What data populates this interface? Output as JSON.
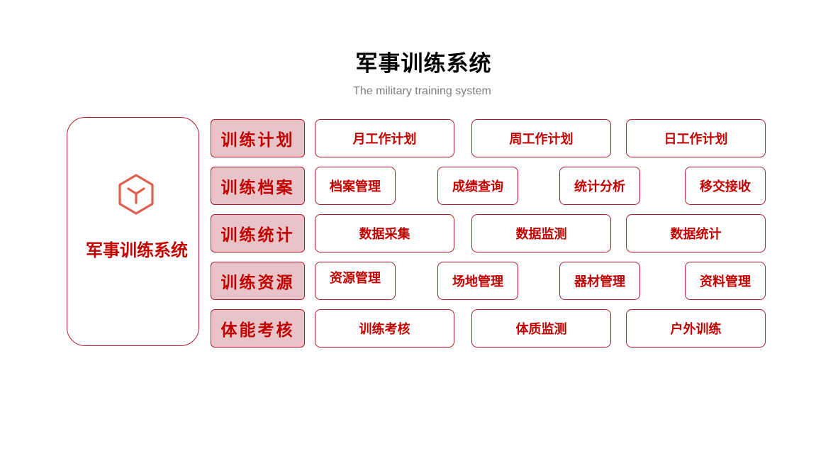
{
  "header": {
    "title": "军事训练系统",
    "subtitle": "The military training system"
  },
  "system": {
    "label": "军事训练系统",
    "icon": "cube-icon"
  },
  "colors": {
    "accent": "#c00000",
    "border": "#b01d2a",
    "category_fill": "#e8c3c8",
    "icon": "#e0604f"
  },
  "rows": [
    {
      "category": "训练计划",
      "items": [
        "月工作计划",
        "周工作计划",
        "日工作计划"
      ]
    },
    {
      "category": "训练档案",
      "items": [
        "档案管理",
        "成绩查询",
        "统计分析",
        "移交接收"
      ]
    },
    {
      "category": "训练统计",
      "items": [
        "数据采集",
        "数据监测",
        "数据统计"
      ]
    },
    {
      "category": "训练资源",
      "items": [
        "资源管理",
        "场地管理",
        "器材管理",
        "资料管理"
      ]
    },
    {
      "category": "体能考核",
      "items": [
        "训练考核",
        "体质监测",
        "户外训练"
      ]
    }
  ]
}
